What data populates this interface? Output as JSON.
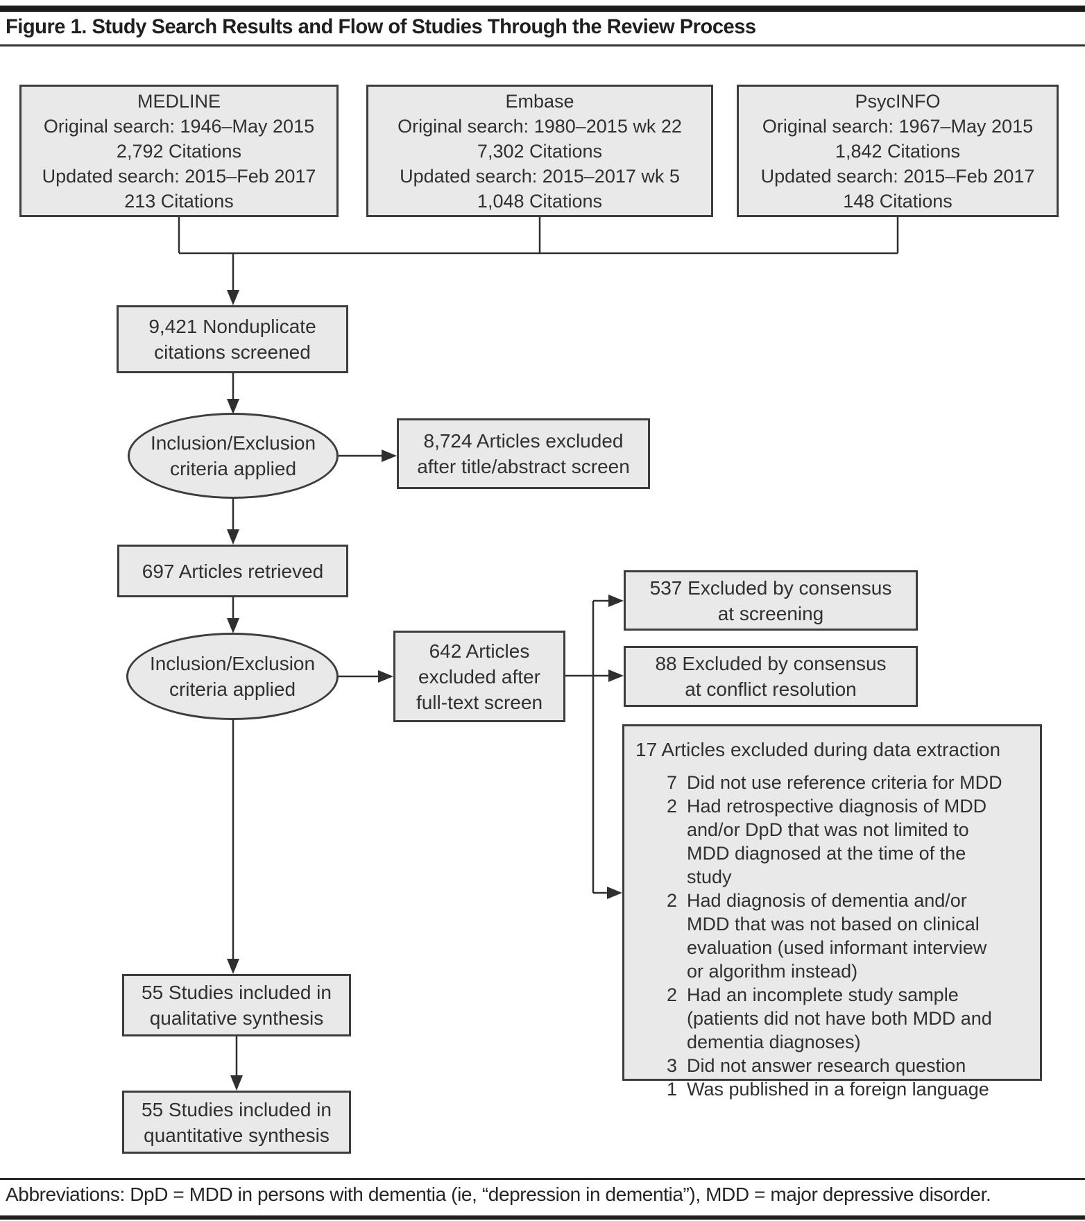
{
  "title": "Figure 1. Study Search Results and Flow of Studies Through the Review Process",
  "colors": {
    "box_fill": "#e9e9e9",
    "box_border": "#3d3d3d",
    "line": "#2f2f2f",
    "text": "#303030",
    "top_bar": "#1b1b1b"
  },
  "sources": [
    {
      "name": "MEDLINE",
      "lines": [
        "Original search: 1946–May 2015",
        "2,792 Citations",
        "Updated search: 2015–Feb 2017",
        "213 Citations"
      ]
    },
    {
      "name": "Embase",
      "lines": [
        "Original search: 1980–2015 wk 22",
        "7,302 Citations",
        "Updated search: 2015–2017 wk 5",
        "1,048 Citations"
      ]
    },
    {
      "name": "PsycINFO",
      "lines": [
        "Original search: 1967–May 2015",
        "1,842 Citations",
        "Updated search: 2015–Feb 2017",
        "148 Citations"
      ]
    }
  ],
  "flow": {
    "screened": {
      "lines": [
        "9,421 Nonduplicate",
        "citations screened"
      ]
    },
    "criteria1": {
      "lines": [
        "Inclusion/Exclusion",
        "criteria applied"
      ]
    },
    "title_abstract_excluded": {
      "lines": [
        "8,724 Articles excluded",
        "after title/abstract screen"
      ]
    },
    "retrieved": {
      "label": "697 Articles retrieved"
    },
    "criteria2": {
      "lines": [
        "Inclusion/Exclusion",
        "criteria applied"
      ]
    },
    "fulltext_excluded": {
      "lines": [
        "642 Articles",
        "excluded after",
        "full-text screen"
      ]
    },
    "screening_excluded": {
      "lines": [
        "537 Excluded by consensus",
        "at screening"
      ]
    },
    "conflict_excluded": {
      "lines": [
        "88 Excluded by consensus",
        "at conflict resolution"
      ]
    },
    "extraction": {
      "title": "17 Articles excluded during data extraction",
      "items": [
        {
          "num": "7",
          "text": "Did not use reference criteria for MDD"
        },
        {
          "num": "2",
          "text": "Had retrospective diagnosis of MDD and/or DpD that was not limited to MDD diagnosed at the time of the study"
        },
        {
          "num": "2",
          "text": "Had diagnosis of dementia and/or MDD that was not based on clinical evaluation (used informant interview or algorithm instead)"
        },
        {
          "num": "2",
          "text": "Had an incomplete study sample (patients did not have both MDD and dementia diagnoses)"
        },
        {
          "num": "3",
          "text": "Did not answer research question"
        },
        {
          "num": "1",
          "text": "Was published in a foreign language"
        }
      ]
    },
    "qualitative": {
      "lines": [
        "55 Studies included in",
        "qualitative synthesis"
      ]
    },
    "quantitative": {
      "lines": [
        "55 Studies included in",
        "quantitative synthesis"
      ]
    }
  },
  "footer": "Abbreviations: DpD = MDD in persons with dementia (ie, “depression in dementia”), MDD = major depressive disorder."
}
